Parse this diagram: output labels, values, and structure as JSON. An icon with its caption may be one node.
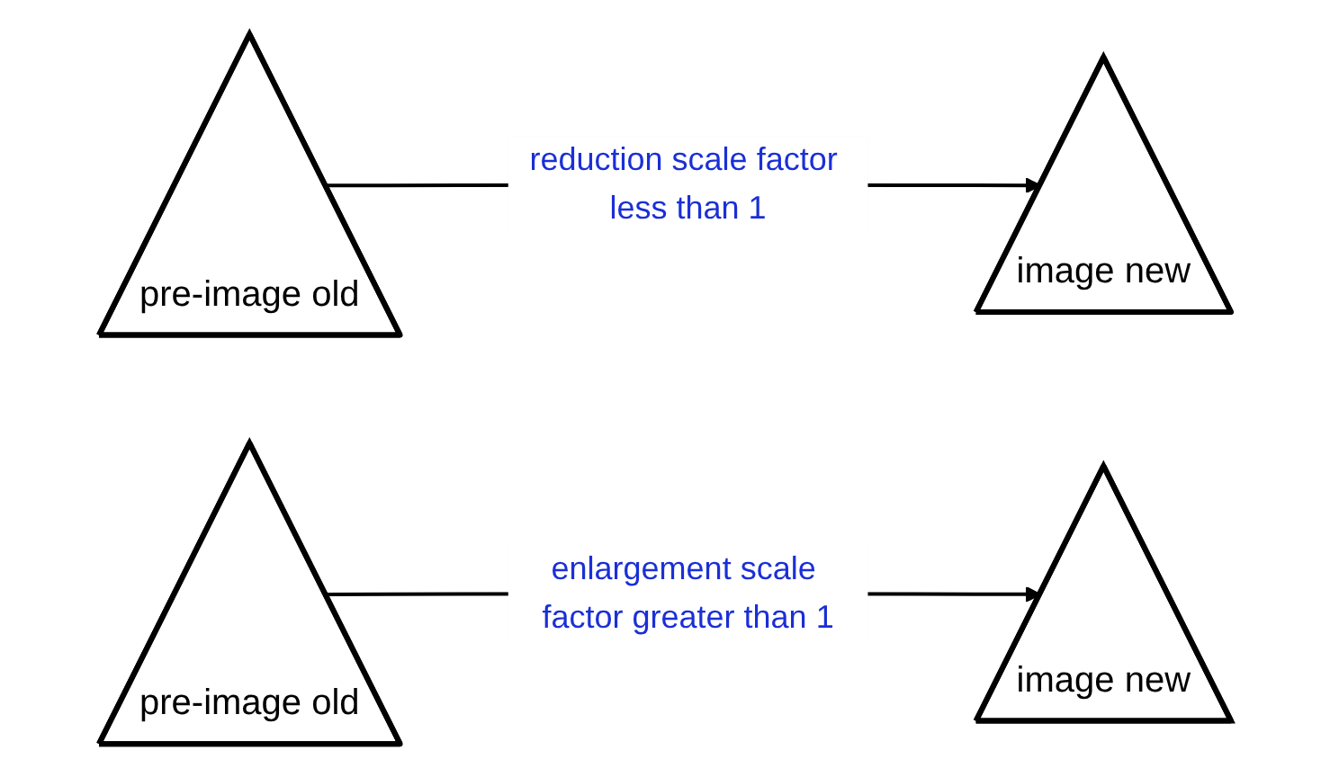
{
  "diagram": {
    "nodes": [
      {
        "text": [
          "pre-image old"
        ]
      },
      {
        "text": [
          "image new"
        ]
      },
      {
        "text": [
          "pre-image old"
        ]
      },
      {
        "text": [
          "image new"
        ]
      }
    ],
    "edges": [
      {
        "from": 0,
        "to": 1,
        "arrow": "to",
        "label": "reduction scale factor less than 1"
      },
      {
        "from": 2,
        "to": 3,
        "arrow": "to",
        "label": "enlargement scale factor greater than 1"
      }
    ]
  }
}
